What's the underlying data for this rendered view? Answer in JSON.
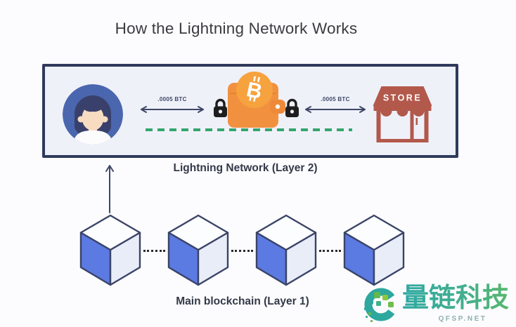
{
  "title": "How the Lightning Network Works",
  "layer2": {
    "label": "Lightning Network (Layer 2)",
    "left_channel_amount": ".0005 BTC",
    "right_channel_amount": ".0005 BTC",
    "store_sign": "STORE",
    "bitcoin_symbol": "B",
    "participants": [
      "customer",
      "bitcoin-wallet",
      "store"
    ]
  },
  "layer1": {
    "label": "Main blockchain (Layer 1)",
    "block_count": 4
  },
  "watermark": {
    "brand_name": "量链科技",
    "site": "QFSP.NET"
  },
  "icons": {
    "customer": "person-avatar-icon",
    "payment_arrows": "double-arrow-icon",
    "locks": "padlock-icon",
    "wallet": "bitcoin-wallet-icon",
    "store": "storefront-icon",
    "channel": "dashed-channel-line",
    "anchor": "up-arrow-icon",
    "block": "blockchain-cube-icon",
    "brand": "brand-logo-icon"
  },
  "colors": {
    "panel_border_navy": "#2F3A5C",
    "panel_bg": "#EFF1F9",
    "bitcoin_orange": "#F19140",
    "coin_orange": "#F6A23E",
    "channel_green": "#35A56D",
    "store_red": "#B2594C",
    "block_blue": "#5B7AE2",
    "avatar_blue": "#4A66AE",
    "watermark_teal": "#2EA79E",
    "watermark_green": "#63B94E"
  }
}
